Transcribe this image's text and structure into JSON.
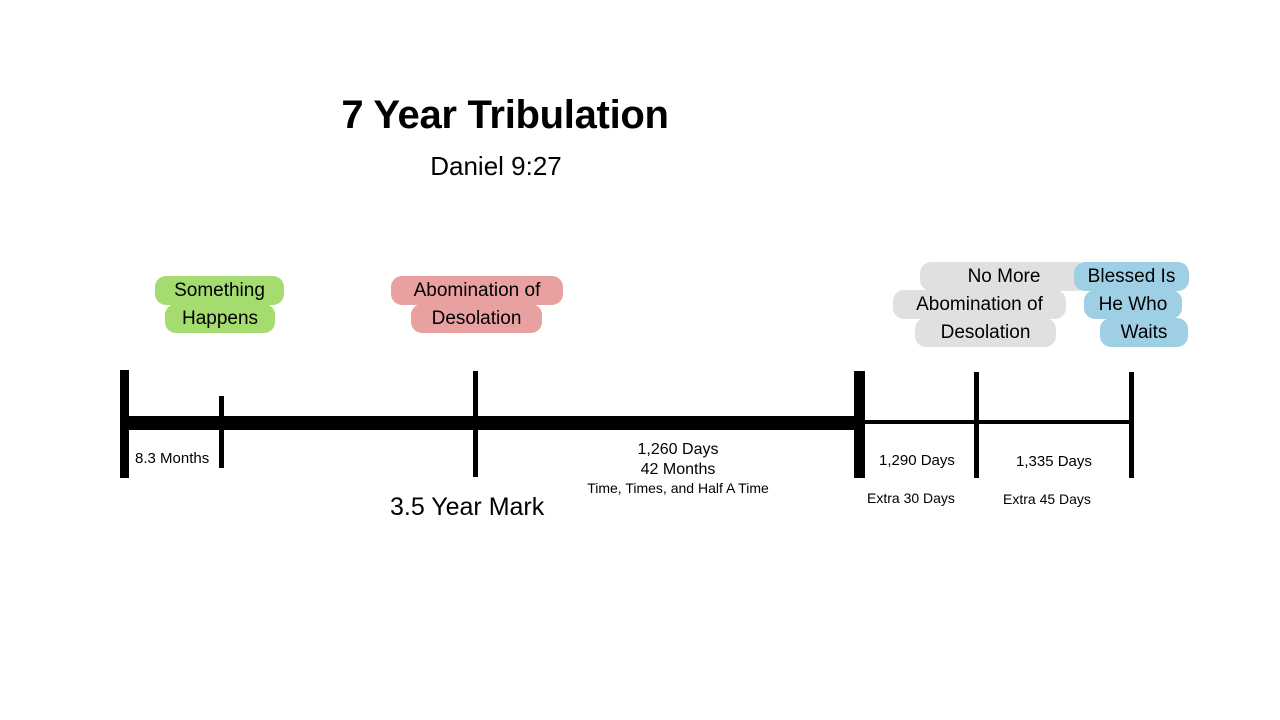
{
  "header": {
    "title": "7 Year Tribulation",
    "subtitle": "Daniel 9:27"
  },
  "colors": {
    "green": "#a5dc6f",
    "pink": "#e8a0a0",
    "gray": "#e0e0e0",
    "blue": "#9ecfe4",
    "line": "#000000",
    "background": "#ffffff"
  },
  "callouts": [
    {
      "id": "something-happens",
      "color": "#a5dc6f",
      "lines": [
        "Something",
        "Happens"
      ]
    },
    {
      "id": "abomination-of-desolation",
      "color": "#e8a0a0",
      "lines": [
        "Abomination of",
        "Desolation"
      ]
    },
    {
      "id": "no-more-abomination-of-desolation",
      "color": "#e0e0e0",
      "lines": [
        "No More",
        "Abomination of",
        "Desolation"
      ]
    },
    {
      "id": "blessed-is-he-who-waits",
      "color": "#9ecfe4",
      "lines": [
        "Blessed Is",
        "He Who",
        "Waits"
      ]
    }
  ],
  "timeline": {
    "segments": {
      "first": {
        "label": "8.3 Months"
      },
      "midpoint": {
        "label": "3.5 Year Mark"
      },
      "tribulation_half": {
        "line1": "1,260 Days",
        "line2": "42 Months",
        "line3": "Time, Times, and Half A Time"
      },
      "extra_30": {
        "days": "1,290 Days",
        "note": "Extra 30 Days"
      },
      "extra_45": {
        "days": "1,335 Days",
        "note": "Extra 45 Days"
      }
    }
  }
}
